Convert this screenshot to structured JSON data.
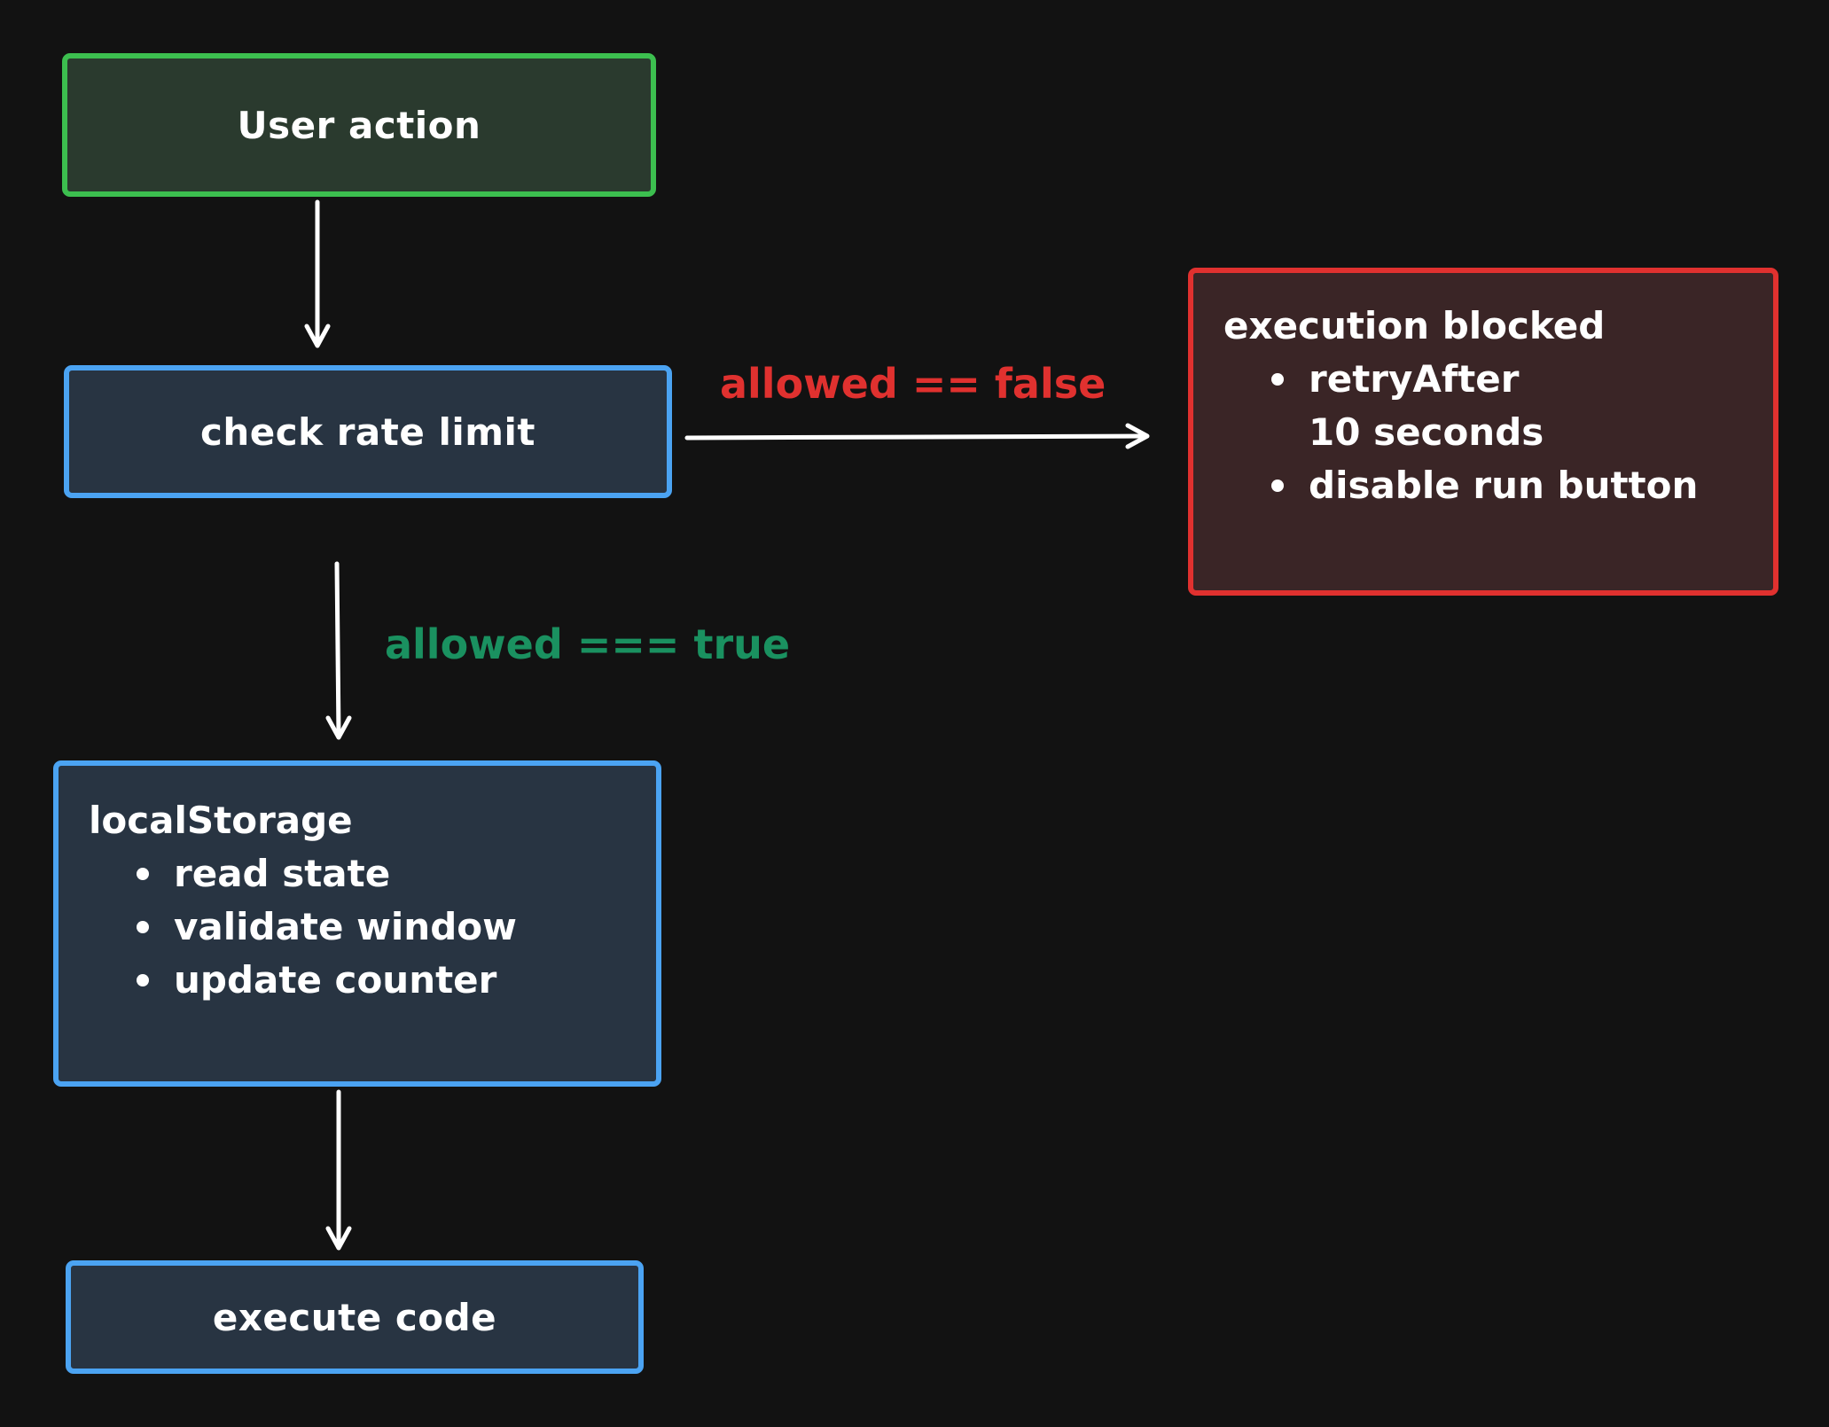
{
  "nodes": {
    "user_action": {
      "label": "User action"
    },
    "check_rate_limit": {
      "label": "check rate limit"
    },
    "local_storage": {
      "title": "localStorage",
      "items": [
        "read state",
        "validate window",
        "update counter"
      ]
    },
    "execute_code": {
      "label": "execute code"
    },
    "execution_blocked": {
      "title": "execution blocked",
      "items": [
        "retryAfter 10 seconds",
        "disable run button"
      ]
    }
  },
  "edges": {
    "blocked_label": "allowed == false",
    "allowed_label": "allowed === true"
  },
  "colors": {
    "background": "#121212",
    "start_border": "#3cbf4f",
    "process_border": "#4ba3f2",
    "blocked_border": "#e0312f",
    "false_label": "#e0312f",
    "true_label": "#1a9160"
  }
}
